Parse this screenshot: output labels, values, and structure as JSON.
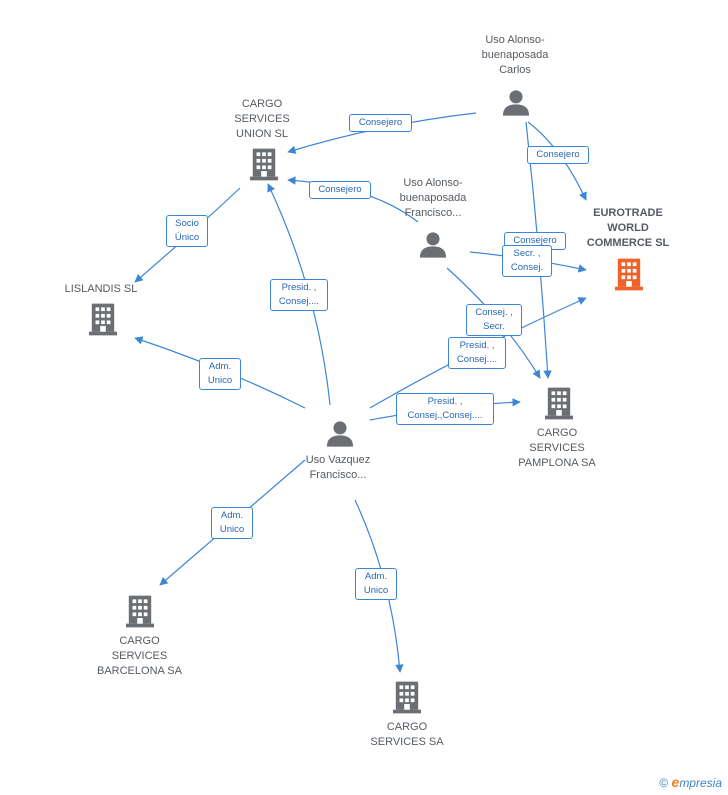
{
  "colors": {
    "edge": "#3d86d6",
    "node_icon": "#6b6e72",
    "main_icon": "#f0622a",
    "label_text": "#555b61",
    "brand_orange": "#f58220",
    "brand_blue": "#3b86c7"
  },
  "nodes": {
    "cargo_union": {
      "label": "CARGO SERVICES UNION SL",
      "type": "company",
      "icon": "building-icon"
    },
    "lislandis": {
      "label": "LISLANDIS SL",
      "type": "company",
      "icon": "building-icon"
    },
    "eurotrade": {
      "label": "EUROTRADE WORLD COMMERCE SL",
      "type": "company-main",
      "icon": "building-icon"
    },
    "cargo_pamplona": {
      "label": "CARGO SERVICES PAMPLONA SA",
      "type": "company",
      "icon": "building-icon"
    },
    "cargo_barcelona": {
      "label": "CARGO SERVICES BARCELONA SA",
      "type": "company",
      "icon": "building-icon"
    },
    "cargo_sa": {
      "label": "CARGO SERVICES SA",
      "type": "company",
      "icon": "building-icon"
    },
    "carlos": {
      "label": "Uso Alonso-buenaposada Carlos",
      "type": "person",
      "icon": "person-icon"
    },
    "francisco_ab": {
      "label": "Uso Alonso-buenaposada Francisco...",
      "type": "person",
      "icon": "person-icon"
    },
    "vazquez": {
      "label": "Uso Vazquez Francisco...",
      "type": "person",
      "icon": "person-icon"
    }
  },
  "edges": [
    {
      "from": "carlos",
      "to": "cargo_union",
      "label": "Consejero"
    },
    {
      "from": "carlos",
      "to": "eurotrade",
      "label": "Consejero"
    },
    {
      "from": "carlos",
      "to": "cargo_pamplona",
      "label": "Consejero"
    },
    {
      "from": "francisco_ab",
      "to": "cargo_union",
      "label": "Consejero"
    },
    {
      "from": "francisco_ab",
      "to": "eurotrade",
      "label": "Secr. , Consej."
    },
    {
      "from": "francisco_ab",
      "to": "cargo_pamplona",
      "label": "Consej. , Secr."
    },
    {
      "from": "cargo_union",
      "to": "lislandis",
      "label": "Socio Único"
    },
    {
      "from": "vazquez",
      "to": "cargo_union",
      "label": "Presid. , Consej...."
    },
    {
      "from": "vazquez",
      "to": "lislandis",
      "label": "Adm. Unico"
    },
    {
      "from": "vazquez",
      "to": "eurotrade",
      "label": "Presid. , Consej...."
    },
    {
      "from": "vazquez",
      "to": "cargo_pamplona",
      "label": "Presid. , Consej.,Consej...."
    },
    {
      "from": "vazquez",
      "to": "cargo_barcelona",
      "label": "Adm. Unico"
    },
    {
      "from": "vazquez",
      "to": "cargo_sa",
      "label": "Adm. Unico"
    }
  ],
  "footer": {
    "copyright": "©",
    "brand_e": "e",
    "brand_rest": "mpresia"
  }
}
